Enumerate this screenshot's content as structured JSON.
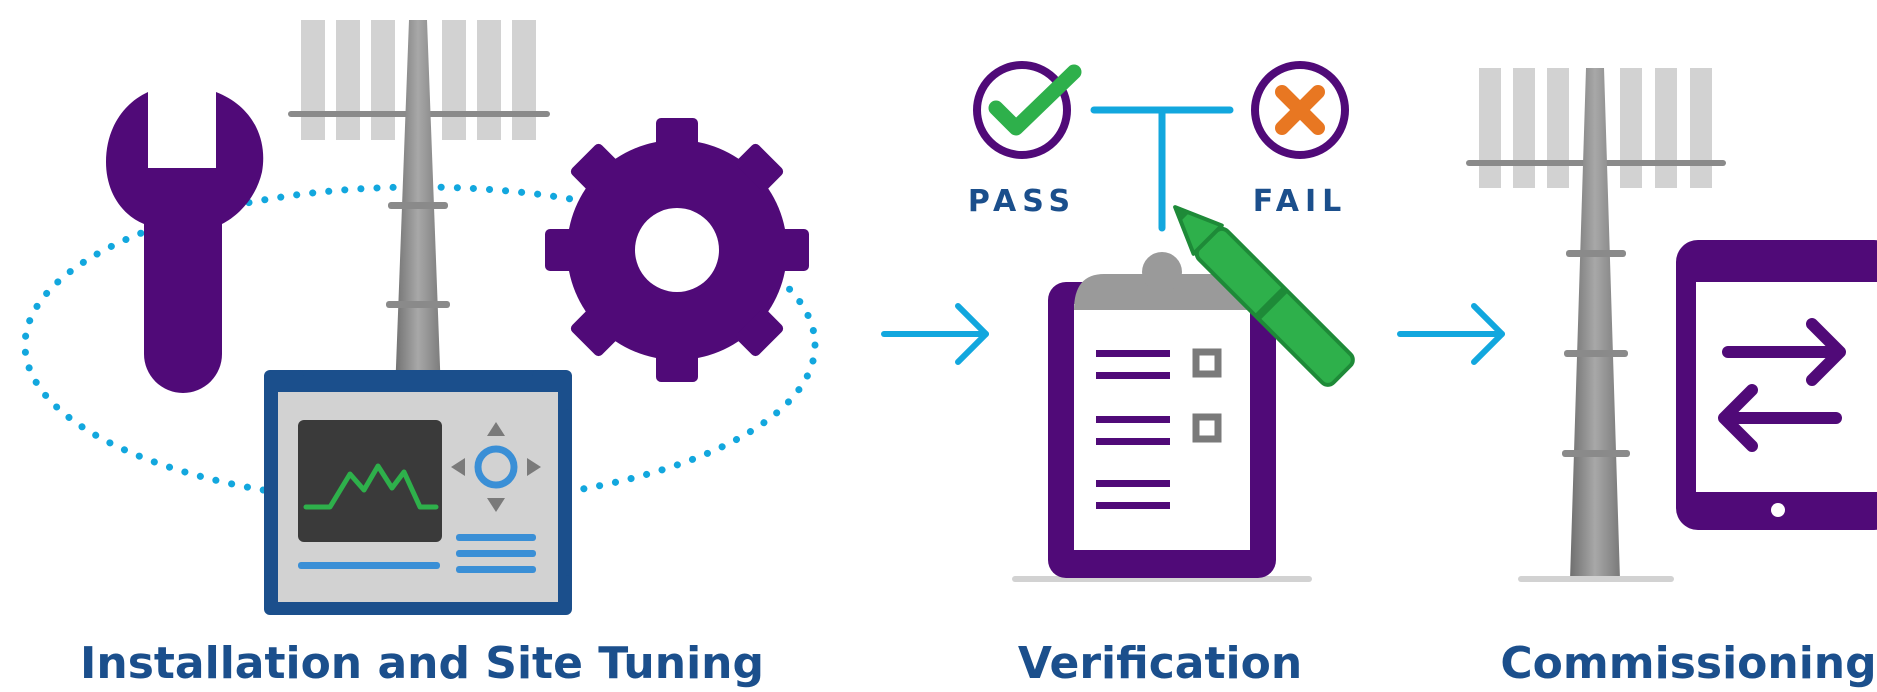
{
  "stages": [
    {
      "label": "Installation and Site Tuning"
    },
    {
      "label": "Verification"
    },
    {
      "label": "Commissioning"
    }
  ],
  "verification": {
    "pass_label": "PASS",
    "fail_label": "FAIL"
  },
  "colors": {
    "purple": "#500a78",
    "blue_arrow": "#12a7de",
    "navy_text": "#1b4f8c",
    "tower_gray": "#8a8a8a",
    "panel_gray": "#d2d2d2",
    "green": "#2eb04b",
    "orange": "#e87722",
    "device_blue": "#1b4f8c",
    "screen_dark": "#3a3a3a",
    "accent_blue": "#3a8fd6"
  },
  "icons": [
    "wrench-icon",
    "gear-icon",
    "cell-tower-icon",
    "test-instrument-icon",
    "check-icon",
    "x-icon",
    "clipboard-icon",
    "pen-icon",
    "tablet-icon",
    "arrow-right-icon"
  ]
}
